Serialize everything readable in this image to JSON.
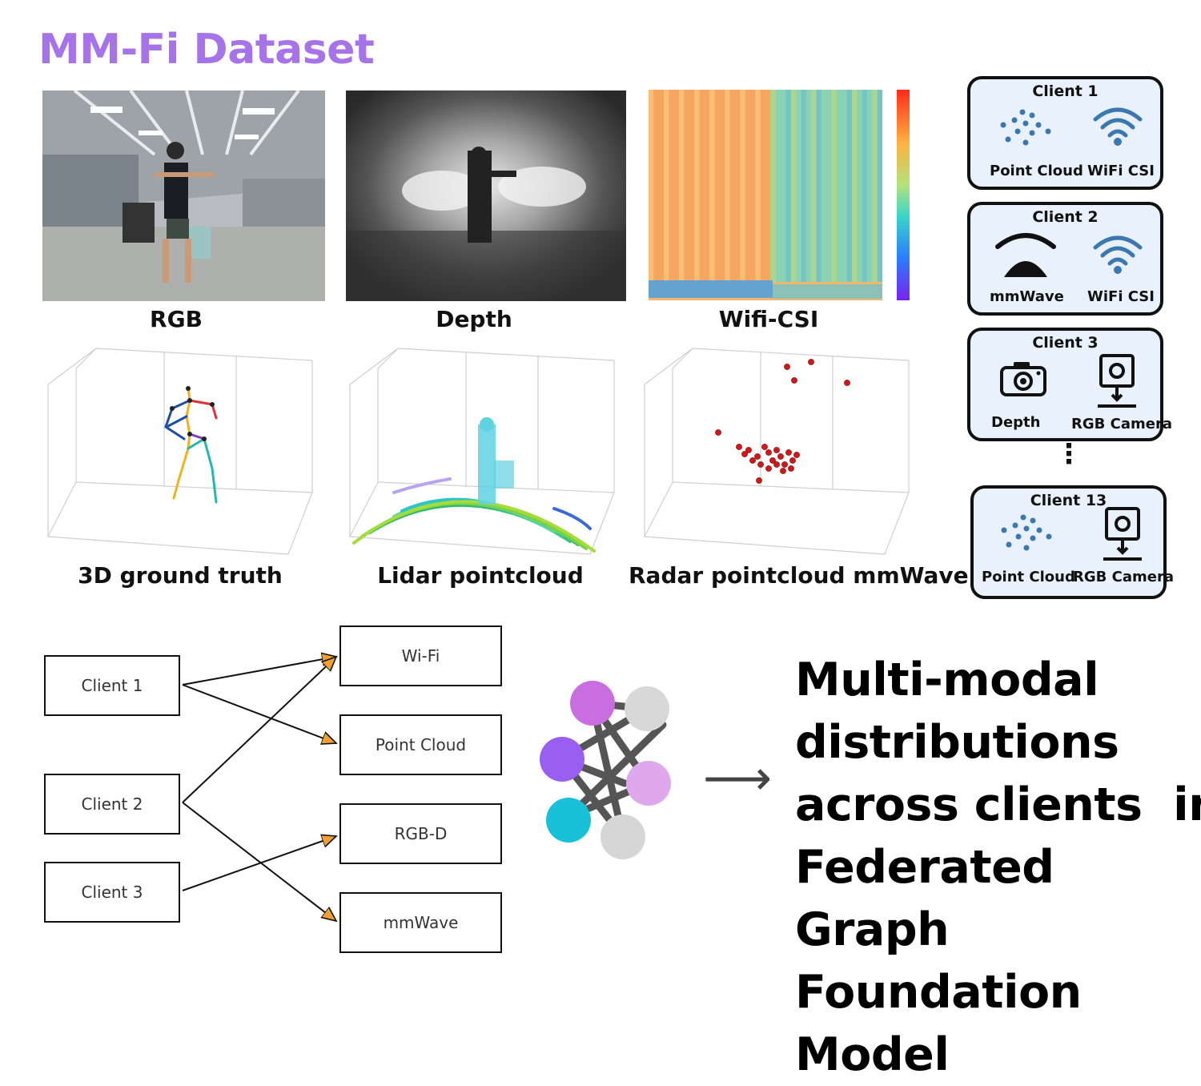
{
  "title": "MM-Fi Dataset",
  "panels": {
    "rgb": "RGB",
    "depth": "Depth",
    "wifi": "Wifi-CSI",
    "gt": "3D ground truth",
    "lidar": "Lidar pointcloud",
    "radar": "Radar pointcloud mmWave"
  },
  "clients": [
    {
      "title": "Client 1",
      "left_label": "Point Cloud",
      "right_label": "WiFi CSI",
      "left_icon": "point-cloud-icon",
      "right_icon": "wifi-icon"
    },
    {
      "title": "Client 2",
      "left_label": "mmWave",
      "right_label": "WiFi CSI",
      "left_icon": "mmwave-icon",
      "right_icon": "wifi-icon"
    },
    {
      "title": "Client 3",
      "left_label": "Depth",
      "right_label": "RGB Camera",
      "left_icon": "camera-icon",
      "right_icon": "webcam-icon"
    },
    {
      "title": "Client 13",
      "left_label": "Point Cloud",
      "right_label": "RGB Camera",
      "left_icon": "point-cloud-icon",
      "right_icon": "webcam-icon"
    }
  ],
  "ellipsis": "⋮",
  "graph": {
    "clients": [
      "Client 1",
      "Client 2",
      "Client 3"
    ],
    "modalities": [
      "Wi-Fi",
      "Point Cloud",
      "RGB-D",
      "mmWave"
    ],
    "edges": [
      [
        "Client 1",
        "Wi-Fi"
      ],
      [
        "Client 1",
        "Point Cloud"
      ],
      [
        "Client 2",
        "Wi-Fi"
      ],
      [
        "Client 2",
        "mmWave"
      ],
      [
        "Client 3",
        "RGB-D"
      ]
    ]
  },
  "node_colors": [
    "#c86ee0",
    "#d8d8d8",
    "#9a5ef0",
    "#e0a8ec",
    "#18c0d8",
    "#d6d6d6"
  ],
  "arrow": "⟶",
  "headline": [
    "Multi-modal",
    "distributions",
    "across clients  in",
    "Federated Graph",
    "Foundation Model"
  ],
  "colors": {
    "title": "#a673e8",
    "card_bg": "#e8f1fc",
    "icon": "#3b78b0"
  }
}
